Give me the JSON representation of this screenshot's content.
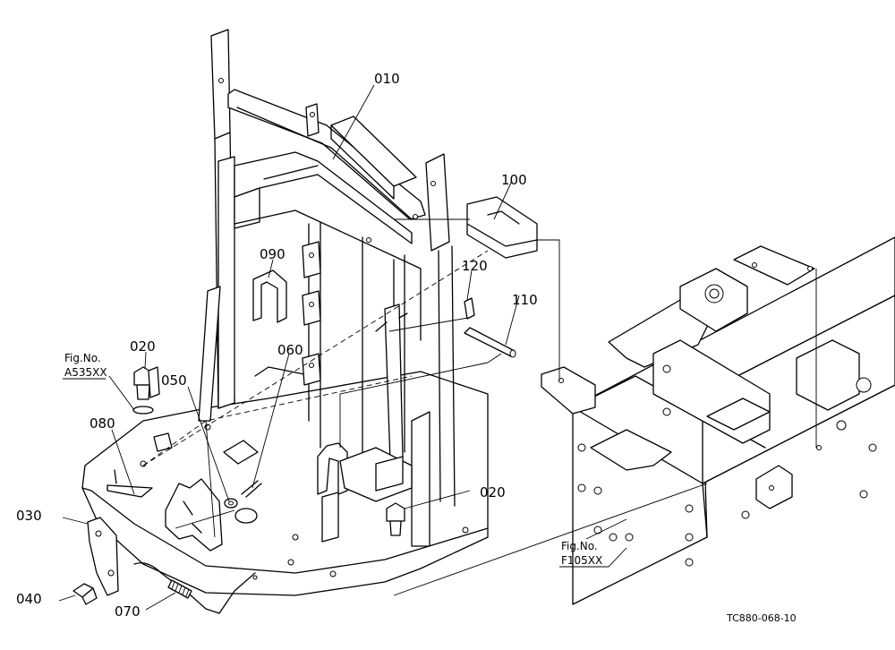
{
  "callouts": {
    "c010": "010",
    "c020a": "020",
    "c020b": "020",
    "c030": "030",
    "c040": "040",
    "c050": "050",
    "c060": "060",
    "c070": "070",
    "c080": "080",
    "c090": "090",
    "c100": "100",
    "c110": "110",
    "c120": "120"
  },
  "refs": {
    "left_fig_label": "Fig.No.",
    "left_fig_code": "A535XX",
    "right_fig_label": "Fig.No.",
    "right_fig_code": "F105XX"
  },
  "drawing_code": "TC880-068-10"
}
